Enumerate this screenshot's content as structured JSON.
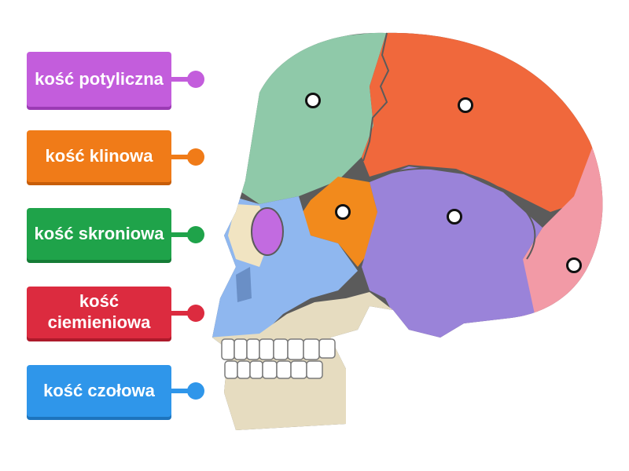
{
  "labels": [
    {
      "text": "kość potyliczna",
      "color": "#c35ddc"
    },
    {
      "text": "kość klinowa",
      "color": "#f07b18"
    },
    {
      "text": "kość skroniowa",
      "color": "#1fa34a"
    },
    {
      "text": "kość ciemieniowa",
      "color": "#dc2b3f"
    },
    {
      "text": "kość czołowa",
      "color": "#2f96ea"
    }
  ],
  "bone_colors": {
    "parietal_green": "#8fc9a9",
    "frontal_orange": "#f0683c",
    "occipital_pink": "#f29aa6",
    "sphenoid_orange": "#f28a1c",
    "temporal_purple": "#9a83d9",
    "face_blue": "#8fb7ef",
    "jaw_beige": "#e6dcc0",
    "orbit_violet": "#c26be0"
  }
}
